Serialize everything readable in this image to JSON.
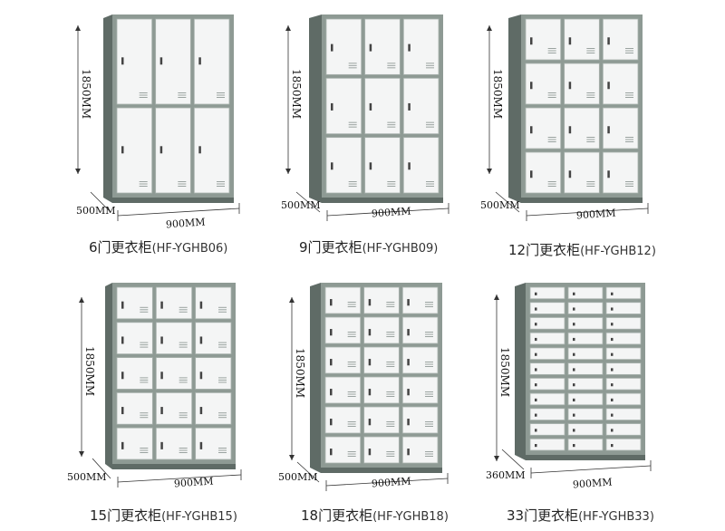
{
  "colors": {
    "cabinet_body": "#8e9a94",
    "cabinet_body_dark": "#5f6b66",
    "door_face": "#f4f5f5",
    "door_border": "#a9b3ae",
    "dimension_line": "#333333"
  },
  "products": [
    {
      "count": "6",
      "name_cn": "门更衣柜",
      "model": "(HF-YGHB06)",
      "height_label": "1850MM",
      "depth_label": "500MM",
      "width_label": "900MM",
      "rows": 2,
      "cols": 3
    },
    {
      "count": "9",
      "name_cn": "门更衣柜",
      "model": "(HF-YGHB09)",
      "height_label": "1850MM",
      "depth_label": "500MM",
      "width_label": "900MM",
      "rows": 3,
      "cols": 3
    },
    {
      "count": "12",
      "name_cn": "门更衣柜",
      "model": "(HF-YGHB12)",
      "height_label": "1850MM",
      "depth_label": "500MM",
      "width_label": "900MM",
      "rows": 4,
      "cols": 3
    },
    {
      "count": "15",
      "name_cn": "门更衣柜",
      "model": "(HF-YGHB15)",
      "height_label": "1850MM",
      "depth_label": "500MM",
      "width_label": "900MM",
      "rows": 5,
      "cols": 3
    },
    {
      "count": "18",
      "name_cn": "门更衣柜",
      "model": "(HF-YGHB18)",
      "height_label": "1850MM",
      "depth_label": "500MM",
      "width_label": "900MM",
      "rows": 6,
      "cols": 3
    },
    {
      "count": "33",
      "name_cn": "门更衣柜",
      "model": "(HF-YGHB33)",
      "height_label": "1850MM",
      "depth_label": "360MM",
      "width_label": "900MM",
      "rows": 11,
      "cols": 3
    }
  ]
}
